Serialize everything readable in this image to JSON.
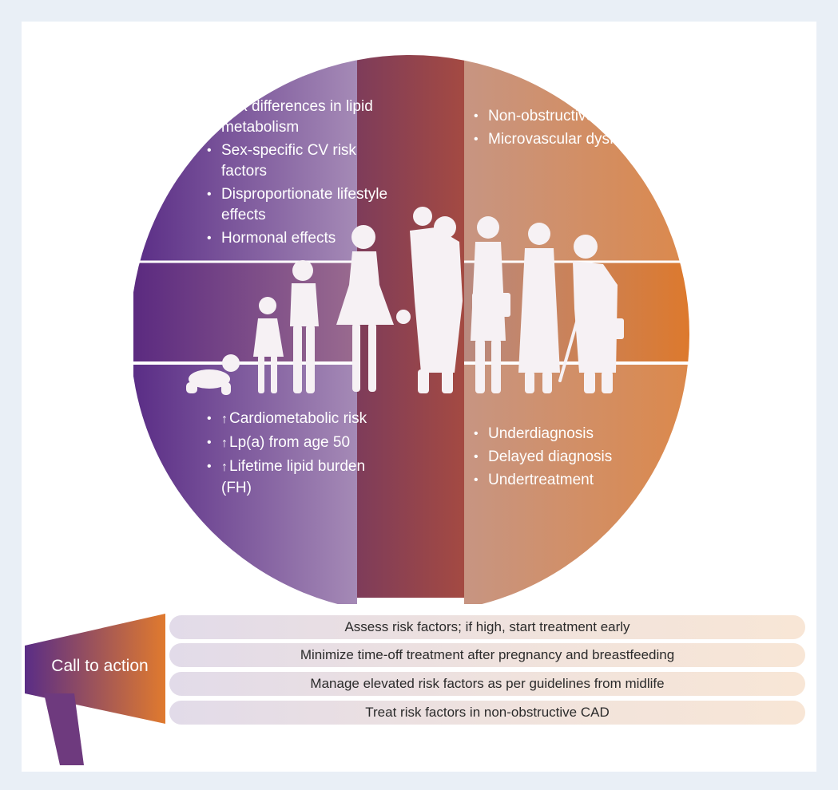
{
  "quadrants": {
    "top_left": {
      "items": [
        {
          "text": "Sex differences in lipid metabolism"
        },
        {
          "text": "Sex-specific CV risk factors"
        },
        {
          "text": "Disproportionate lifestyle effects"
        },
        {
          "text": "Hormonal effects"
        }
      ]
    },
    "top_right": {
      "items": [
        {
          "text": "Non-obstructive CAD"
        },
        {
          "text": "Microvascular dysfunction"
        }
      ]
    },
    "bottom_left": {
      "arrow_glyph": "↑",
      "items": [
        {
          "text": "Cardiometabolic risk"
        },
        {
          "text": "Lp(a) from age 50"
        },
        {
          "text": "Lifetime lipid burden (FH)"
        }
      ]
    },
    "bottom_right": {
      "items": [
        {
          "text": "Underdiagnosis"
        },
        {
          "text": "Delayed diagnosis"
        },
        {
          "text": "Undertreatment"
        }
      ]
    }
  },
  "call_to_action": {
    "label": "Call to action",
    "actions": [
      "Assess risk factors; if high, start treatment early",
      "Minimize time-off treatment after pregnancy and breastfeeding",
      "Manage elevated risk factors as per guidelines from midlife",
      "Treat risk factors in non-obstructive CAD"
    ]
  },
  "life_stages": [
    "baby",
    "child",
    "teen",
    "young-woman",
    "mother-with-child",
    "midlife-woman",
    "older-woman",
    "elderly-woman-with-cane"
  ],
  "colors": {
    "purple": "#5a2d86",
    "purple_light": "#9a7bb0",
    "maroon": "#8c3a48",
    "orange": "#e07a2e",
    "orange_light": "#e5a98a",
    "cta_bar": "#ebe1e6"
  }
}
